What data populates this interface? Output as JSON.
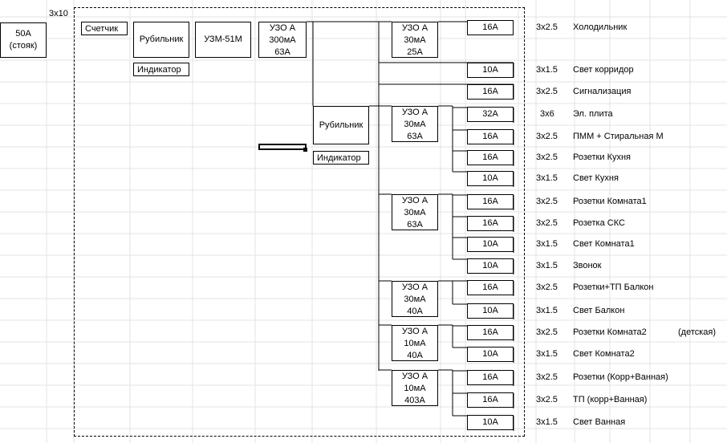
{
  "input": {
    "main_breaker": [
      "50A",
      "(стояк)"
    ],
    "cable": "3x10"
  },
  "devices": {
    "meter": "Счетчик",
    "switch_main": "Рубильник",
    "indicator_main": "Индикатор",
    "voltage_relay": "УЗМ-51М",
    "rcd_main": [
      "УЗО А",
      "300мА",
      "63А"
    ],
    "switch_2": "Рубильник",
    "indicator_2": "Индикатор"
  },
  "rcds": [
    [
      "УЗО А",
      "30мА",
      "25А"
    ],
    [
      "УЗО А",
      "30мА",
      "63А"
    ],
    [
      "УЗО А",
      "30мА",
      "63А"
    ],
    [
      "УЗО А",
      "30мА",
      "40А"
    ],
    [
      "УЗО А",
      "10мА",
      "40А"
    ],
    [
      "УЗО А",
      "10мА",
      "403А"
    ]
  ],
  "circuits": [
    {
      "breaker": "16А",
      "cable": "3x2.5",
      "name": "Холодильник"
    },
    {
      "breaker": "10А",
      "cable": "3x1.5",
      "name": "Свет корридор"
    },
    {
      "breaker": "16А",
      "cable": "3x2.5",
      "name": "Сигнализация"
    },
    {
      "breaker": "32А",
      "cable": "3x6",
      "name": "Эл. плита"
    },
    {
      "breaker": "16А",
      "cable": "3x2.5",
      "name": "ПММ + Стиральная М"
    },
    {
      "breaker": "16А",
      "cable": "3x2.5",
      "name": "Розетки Кухня"
    },
    {
      "breaker": "10А",
      "cable": "3x1.5",
      "name": "Свет Кухня"
    },
    {
      "breaker": "16А",
      "cable": "3x2.5",
      "name": "Розетки Комната1"
    },
    {
      "breaker": "16А",
      "cable": "3x2.5",
      "name": "Розетка СКС"
    },
    {
      "breaker": "10А",
      "cable": "3x1.5",
      "name": "Свет Комната1"
    },
    {
      "breaker": "10А",
      "cable": "3x1.5",
      "name": "Звонок"
    },
    {
      "breaker": "16А",
      "cable": "3x2.5",
      "name": "Розетки+ТП Балкон"
    },
    {
      "breaker": "10А",
      "cable": "3x1.5",
      "name": "Свет Балкон"
    },
    {
      "breaker": "16А",
      "cable": "3x2.5",
      "name": "Розетки Комната2",
      "note": "(детская)"
    },
    {
      "breaker": "10А",
      "cable": "3x1.5",
      "name": "Свет Комната2"
    },
    {
      "breaker": "16А",
      "cable": "3x2.5",
      "name": "Розетки (Корр+Ванная)"
    },
    {
      "breaker": "16А",
      "cable": "3x2.5",
      "name": "ТП (корр+Ванная)"
    },
    {
      "breaker": "10А",
      "cable": "3x1.5",
      "name": "Свет Ванная"
    }
  ]
}
